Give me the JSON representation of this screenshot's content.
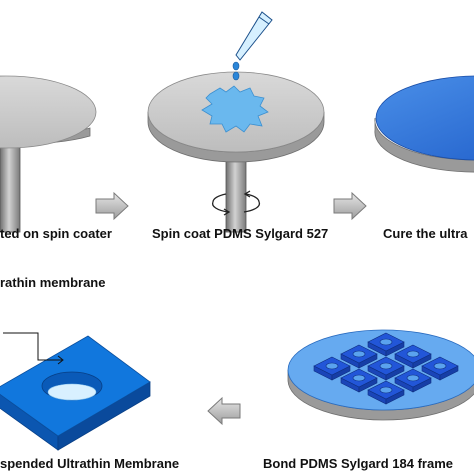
{
  "captions": {
    "step1": "ted on spin coater",
    "step2": "Spin coat PDMS Sylgard 527",
    "step3": "Cure the ultra",
    "step4": "Bond PDMS Sylgard 184 frame",
    "step5": "spended Ultrathin Membrane",
    "callout": "rathin membrane"
  },
  "colors": {
    "disk": "#c9c9c9",
    "disk_edge": "#7f7f7f",
    "shaft": "#9a9a9a",
    "arrow": "#b8b8b8",
    "liquid": "#6ab8ee",
    "cured_film": "#2f6fd6",
    "frame": "#2256d8",
    "base_membrane": "#66aaf0",
    "chip_top": "#1177dd",
    "chip_side": "#0b56b0",
    "hole": "#d8f0ff"
  },
  "icons": [
    "pipette-icon",
    "rotation-icon",
    "process-arrow-icon"
  ]
}
